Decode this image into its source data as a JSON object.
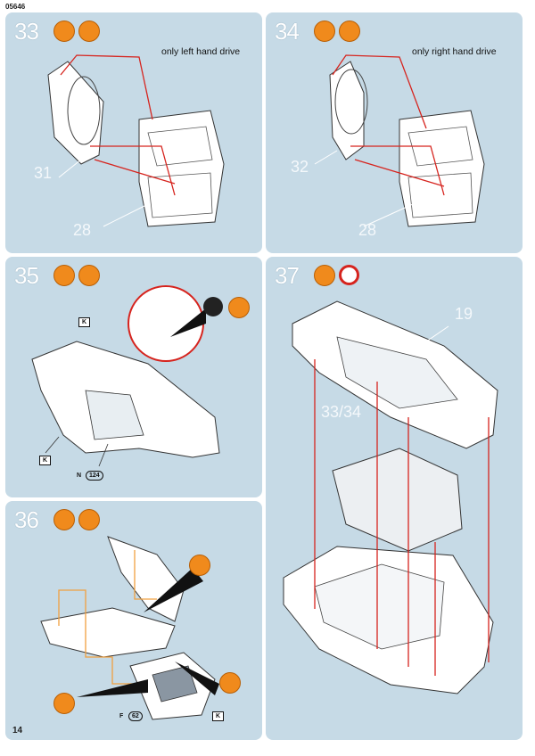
{
  "header": {
    "product_code": "05646"
  },
  "footer": {
    "page_number": "14"
  },
  "steps": [
    {
      "number": "33",
      "note": "only left hand drive",
      "callouts": [
        "31",
        "28"
      ],
      "icons": [
        "question-icon",
        "glue-icon"
      ]
    },
    {
      "number": "34",
      "note": "only right hand drive",
      "callouts": [
        "32",
        "28"
      ],
      "icons": [
        "question-icon",
        "glue-icon"
      ]
    },
    {
      "number": "35",
      "tags": [
        "K",
        "K",
        "N",
        "124"
      ],
      "icons": [
        "cut-icon",
        "drill-icon"
      ]
    },
    {
      "number": "37",
      "callouts": [
        "19",
        "33/34"
      ],
      "icons": [
        "glue-icon",
        "clock-icon"
      ]
    },
    {
      "number": "36",
      "tags": [
        "F",
        "62",
        "K"
      ],
      "icons": [
        "cut-icon",
        "drill-icon"
      ]
    }
  ],
  "colors": {
    "panel": "#c6dae6",
    "arrow": "#d6241e",
    "orange_icon": "#f08a1c",
    "guide_orange": "#f0a040"
  }
}
